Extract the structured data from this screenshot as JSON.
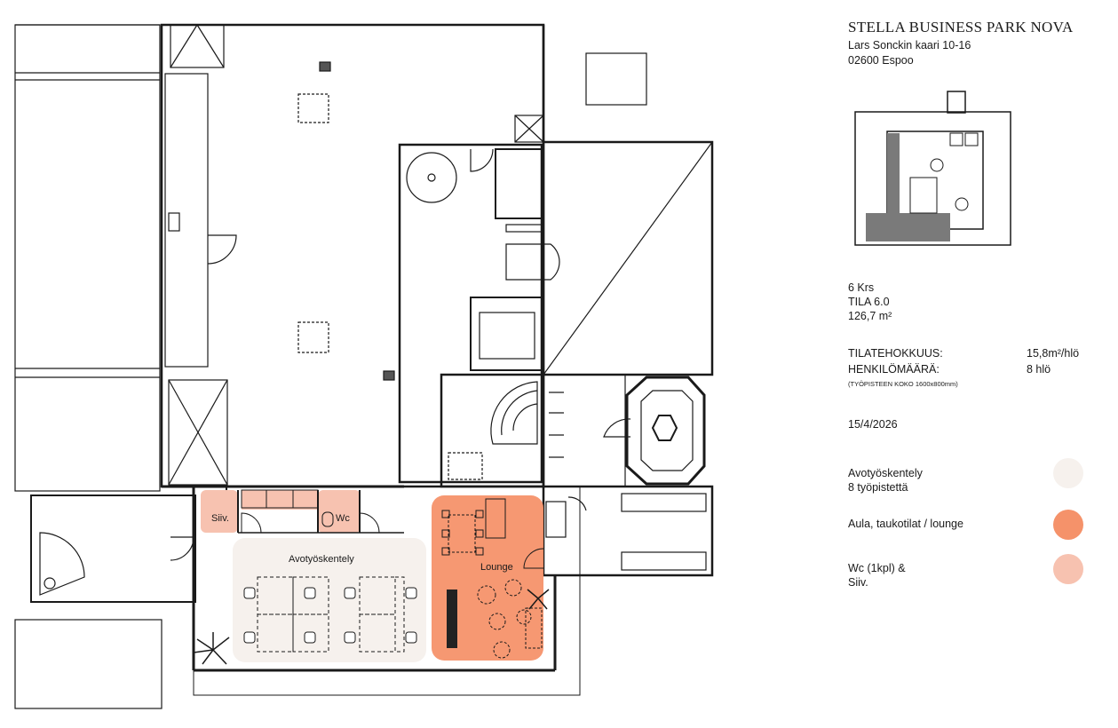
{
  "header": {
    "title": "STELLA BUSINESS PARK NOVA",
    "street": "Lars Sonckin kaari 10-16",
    "city": "02600 Espoo"
  },
  "space": {
    "floor": "6 Krs",
    "unit": "TILA 6.0",
    "area": "126,7 m²"
  },
  "metrics": {
    "efficiency_label": "TILATEHOKKUUS:",
    "efficiency_value": "15,8m²/hlö",
    "people_label": "HENKILÖMÄÄRÄ:",
    "people_value": "8 hlö",
    "workstation_note": "(TYÖPISTEEN KOKO 1600x800mm)"
  },
  "date": "15/4/2026",
  "legend": [
    {
      "line1": "Avotyöskentely",
      "line2": "8 työpistettä",
      "color": "#f6f1ed"
    },
    {
      "line1": "Aula, taukotilat / lounge",
      "line2": "",
      "color": "#f5926a"
    },
    {
      "line1": "Wc (1kpl) &",
      "line2": "Siiv.",
      "color": "#f7c2b0"
    }
  ],
  "plan_labels": {
    "open_work": "Avotyöskentely",
    "lounge": "Lounge",
    "cleaning": "Siiv.",
    "wc": "Wc"
  },
  "colors": {
    "open_work": "#f6f1ed",
    "lounge": "#f5926a",
    "wc_siiv": "#f7c2b0",
    "wall": "#1a1a1a",
    "keyplan_highlight": "#7a7a7a"
  }
}
